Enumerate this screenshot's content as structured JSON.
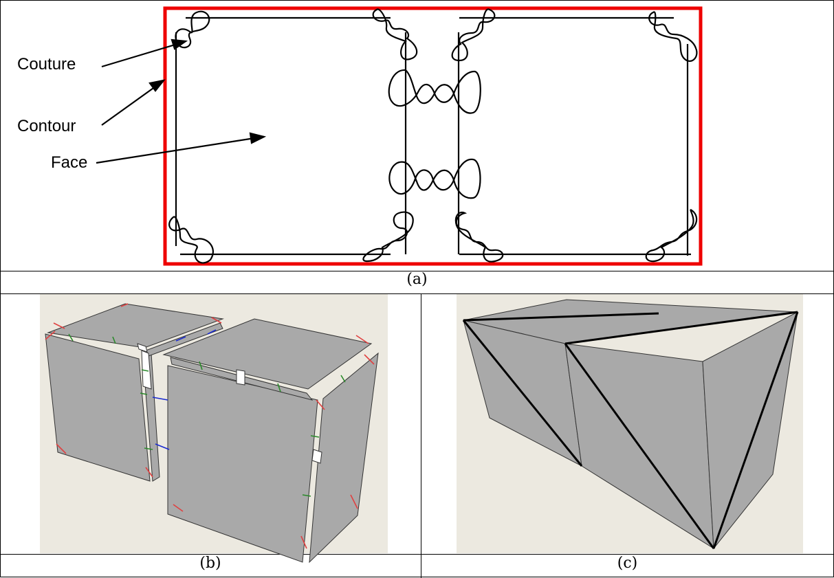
{
  "panel_a": {
    "caption": "(a)",
    "labels": {
      "couture": "Couture",
      "contour": "Contour",
      "face": "Face"
    }
  },
  "panel_b": {
    "caption": "(b)"
  },
  "panel_c": {
    "caption": "(c)"
  },
  "colors": {
    "border_red": "#ee0000",
    "face_gray": "#a9a9a9",
    "background_beige": "#ece9e0",
    "seam_red": "#e04040",
    "seam_green": "#2a8a2a",
    "seam_blue": "#1a2ad0",
    "outline": "#000000"
  }
}
